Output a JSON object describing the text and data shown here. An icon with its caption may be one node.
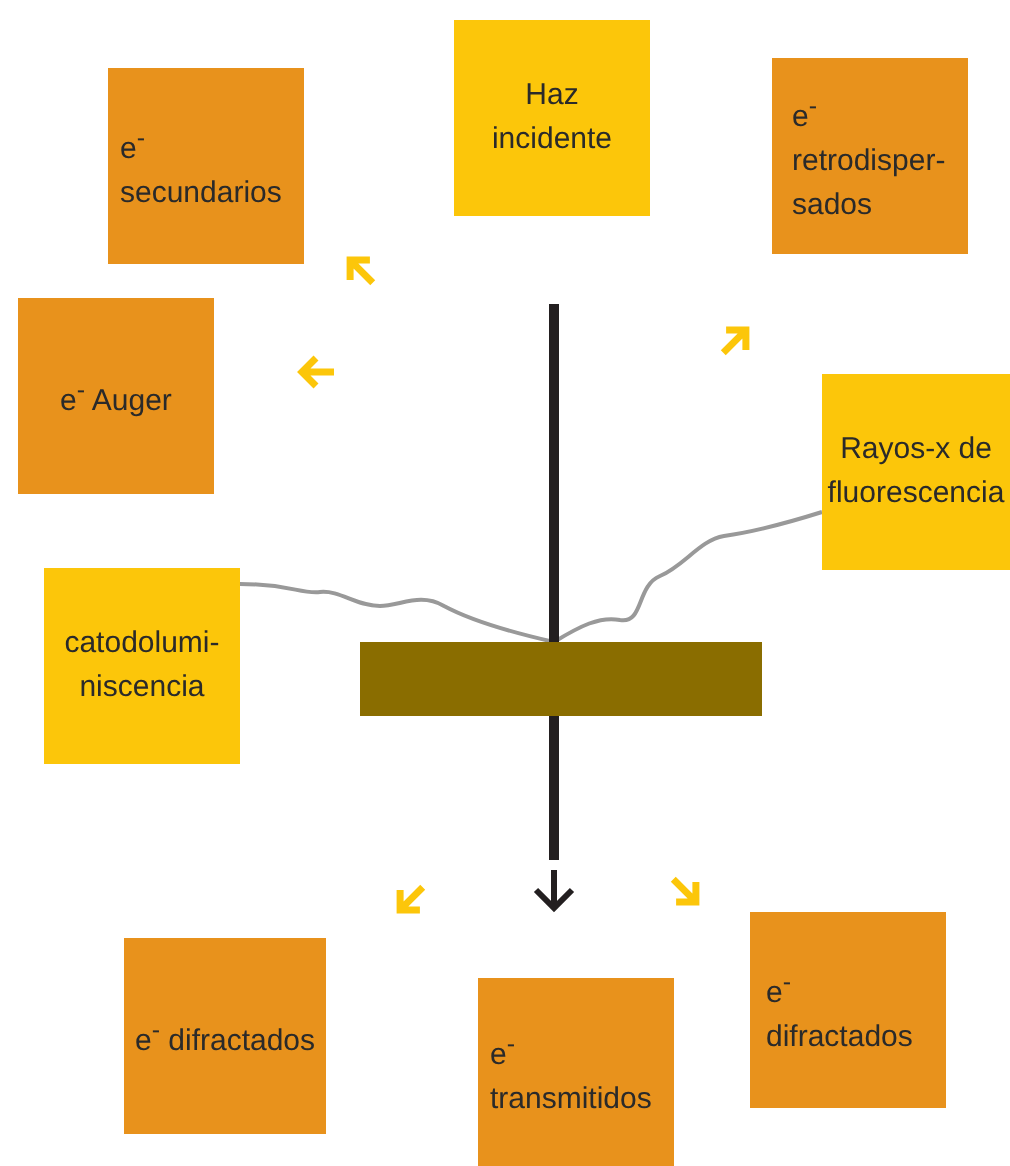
{
  "diagram": {
    "nodes": [
      {
        "text": [
          "Haz incidente"
        ]
      },
      {
        "text": [
          "e$^{-}$ secundarios"
        ]
      },
      {
        "text": [
          "e$^{-}$ retrodisper- sados"
        ]
      },
      {
        "text": [
          "e$^{-}$ Auger"
        ]
      },
      {
        "text": [
          "Rayos-x de fluorescencia"
        ]
      },
      {
        "text": [
          "catodolumi- niscencia"
        ]
      },
      {
        "text": [
          "e$^{-}$ difractados"
        ]
      },
      {
        "text": [
          "e$^{-}$ transmitidos"
        ]
      },
      {
        "text": [
          "e$^{-}$ difractados"
        ]
      },
      {
        "text": [],
        "shape": "bar"
      }
    ],
    "edges": [
      {
        "from": 9,
        "to": 5,
        "arrow": "none"
      },
      {
        "from": 9,
        "to": 4,
        "arrow": "none"
      }
    ]
  }
}
